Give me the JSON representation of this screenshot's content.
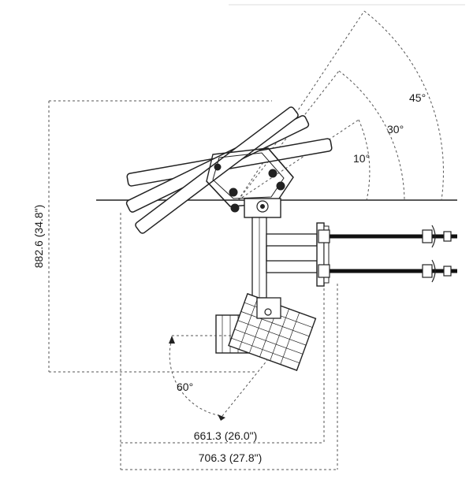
{
  "diagram": {
    "dimensions": {
      "height": "882.6 (34.8\")",
      "width_inner": "661.3 (26.0\")",
      "width_outer": "706.3 (27.8\")"
    },
    "elevation_angles": [
      "10°",
      "30°",
      "45°"
    ],
    "pan_angle": "60°"
  }
}
